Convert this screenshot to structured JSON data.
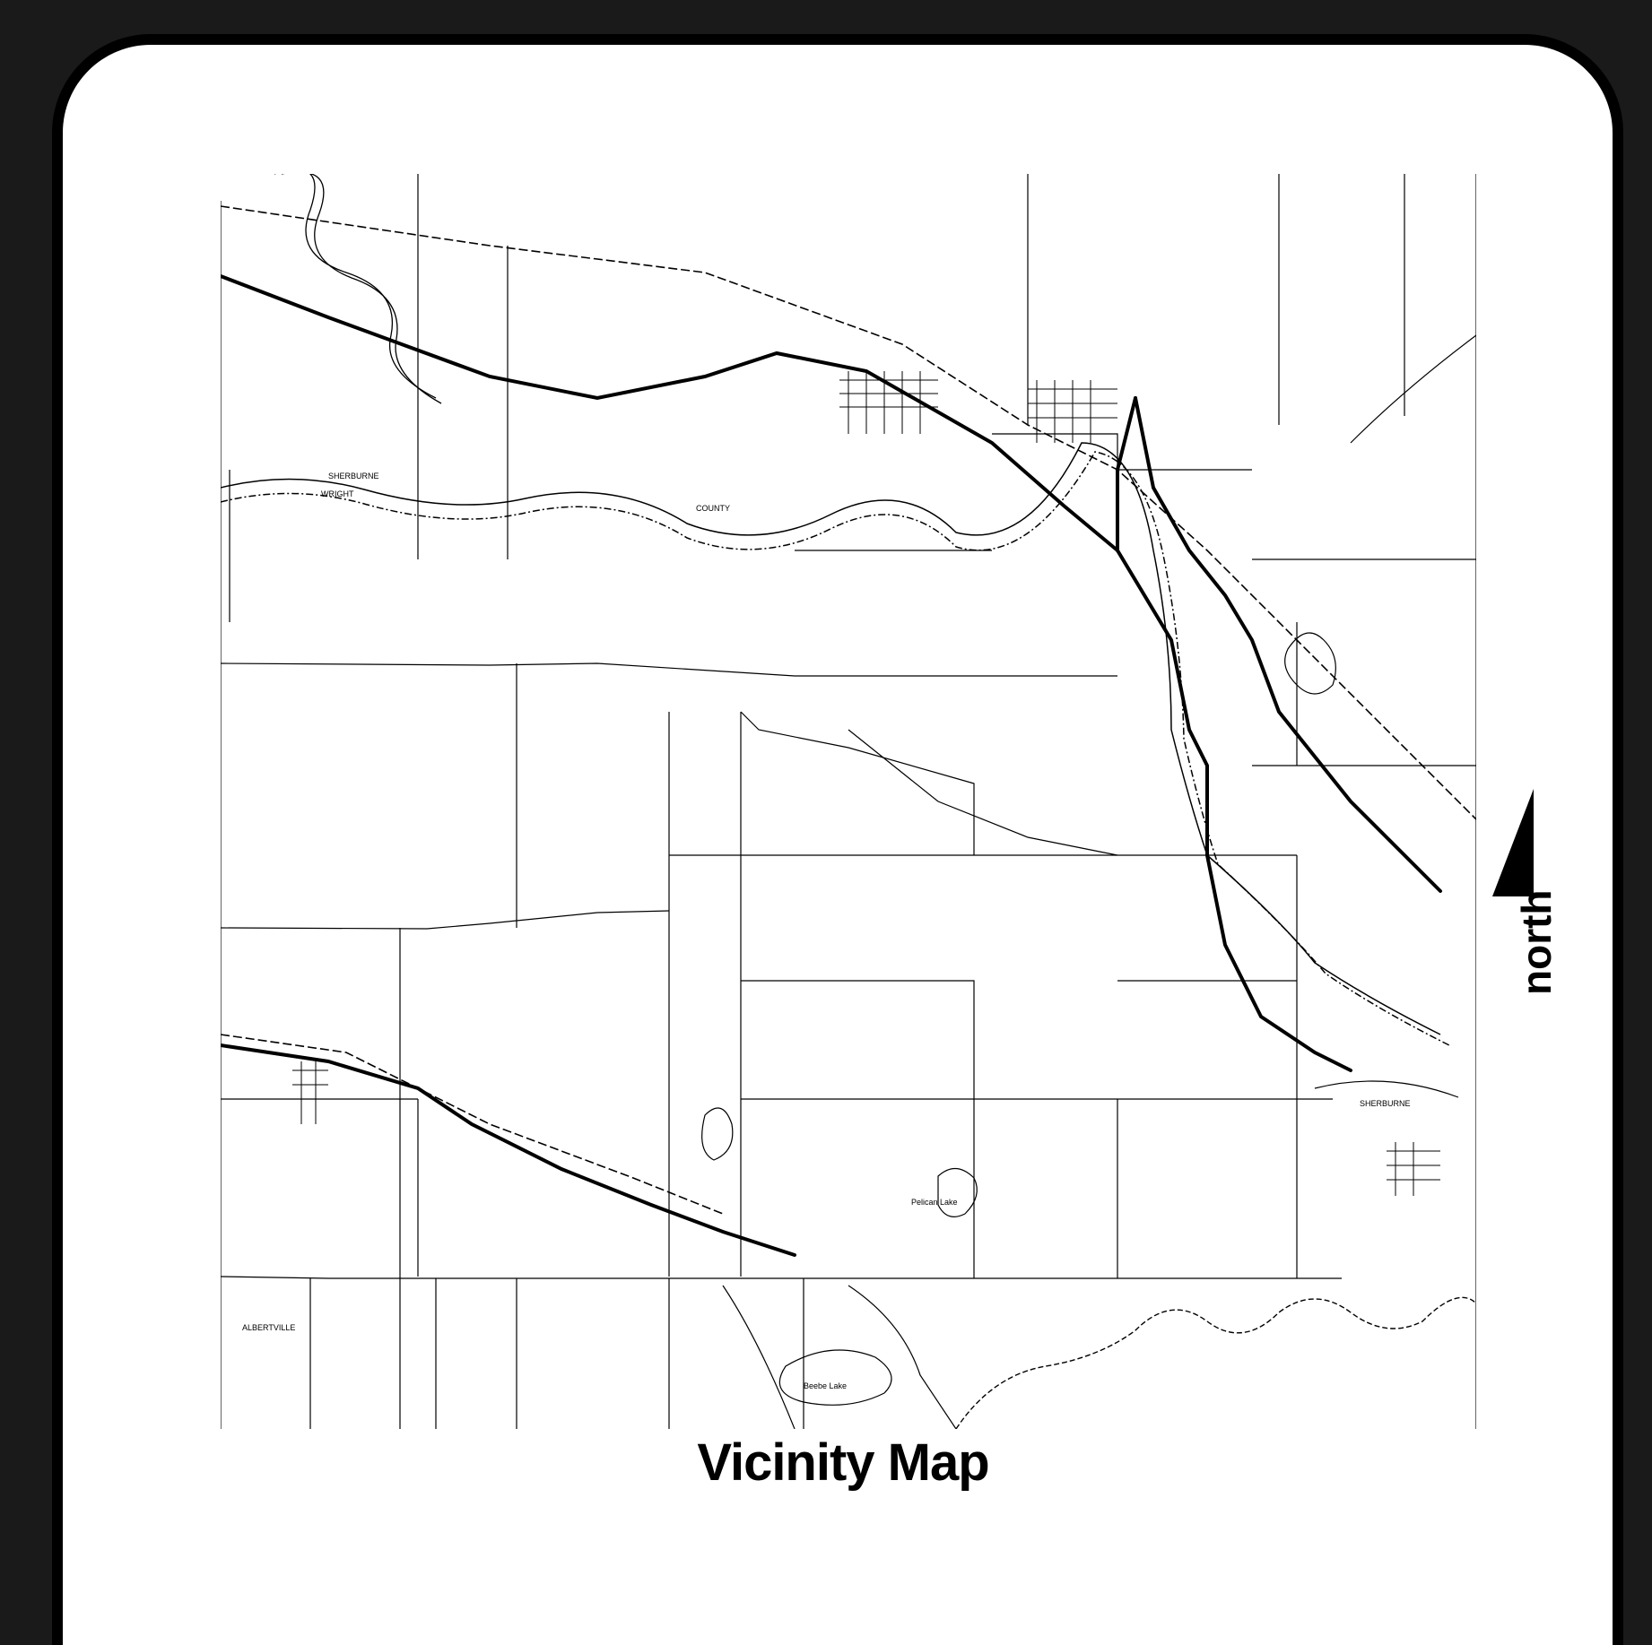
{
  "title": "Vicinity Map",
  "north_label": "north",
  "labels": {
    "river_a": "SHERBURNE",
    "river_b": "WRIGHT",
    "county": "COUNTY",
    "river_c": "SHERBURNE",
    "albertville": "ALBERTVILLE",
    "lake_a": "Pelican Lake",
    "lake_b": "Beebe Lake"
  },
  "colors": {
    "ink": "#000000",
    "paper": "#ffffff",
    "frame": "#1a1a1a"
  }
}
